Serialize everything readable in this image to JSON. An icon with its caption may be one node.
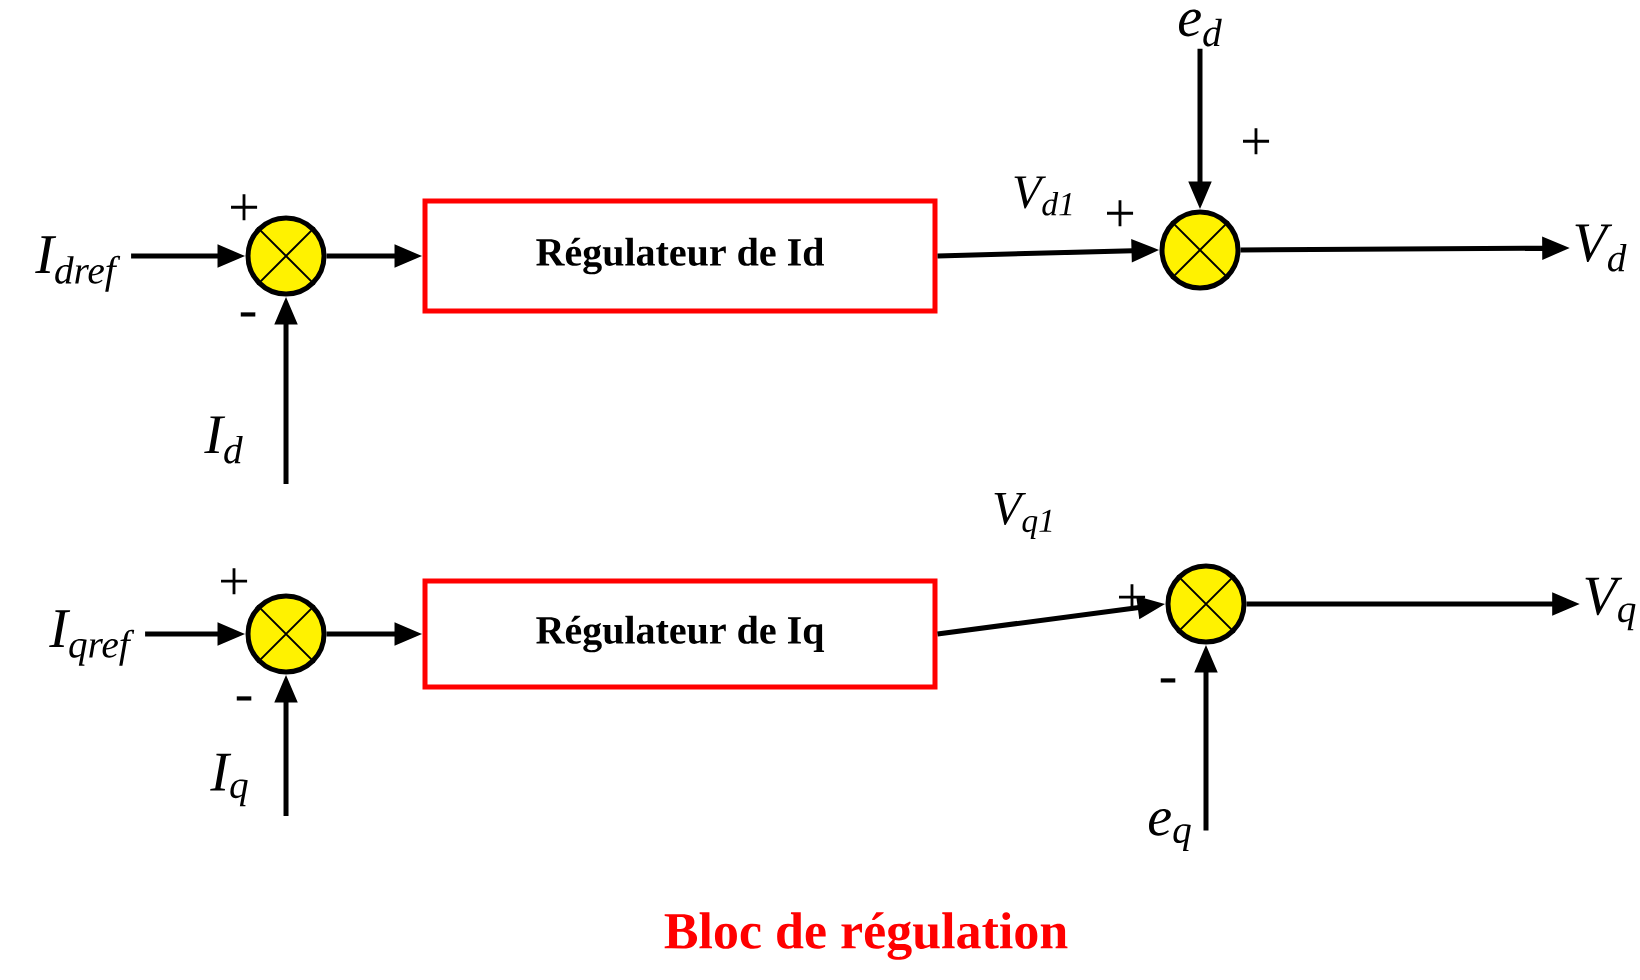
{
  "diagram": {
    "caption": "Bloc de régulation",
    "nodes": [
      {
        "text": [
          "I$_{dref}$"
        ]
      },
      {
        "text": [],
        "shape": "circle"
      },
      {
        "text": [
          "Régulateur de Id"
        ]
      },
      {
        "text": [],
        "shape": "circle"
      },
      {
        "text": [
          "e$_{d}$"
        ]
      },
      {
        "text": [
          "V$_{d}$"
        ]
      },
      {
        "text": [
          "I$_{d}$"
        ]
      },
      {
        "text": [
          "I$_{qref}$"
        ]
      },
      {
        "text": [],
        "shape": "circle"
      },
      {
        "text": [
          "Régulateur de Iq"
        ]
      },
      {
        "text": [],
        "shape": "circle"
      },
      {
        "text": [
          "V$_{q}$"
        ]
      },
      {
        "text": [
          "I$_{q}$"
        ]
      },
      {
        "text": [
          "e$_{q}$"
        ]
      }
    ],
    "edges": [
      {
        "from": 0,
        "to": 1,
        "arrow": "to"
      },
      {
        "from": 6,
        "to": 1,
        "arrow": "to"
      },
      {
        "from": 1,
        "to": 2,
        "arrow": "to"
      },
      {
        "from": 2,
        "to": 3,
        "arrow": "to",
        "label": "V$_{d1}$"
      },
      {
        "from": 4,
        "to": 3,
        "arrow": "to"
      },
      {
        "from": 3,
        "to": 5,
        "arrow": "to"
      },
      {
        "from": 7,
        "to": 8,
        "arrow": "to"
      },
      {
        "from": 12,
        "to": 8,
        "arrow": "to"
      },
      {
        "from": 8,
        "to": 9,
        "arrow": "to"
      },
      {
        "from": 9,
        "to": 10,
        "arrow": "to",
        "label": "V$_{q1}$"
      },
      {
        "from": 13,
        "to": 10,
        "arrow": "to"
      },
      {
        "from": 10,
        "to": 11,
        "arrow": "to"
      }
    ],
    "labels": [
      "+",
      "+",
      "+",
      "-",
      "+",
      "+",
      "-",
      "-"
    ]
  }
}
